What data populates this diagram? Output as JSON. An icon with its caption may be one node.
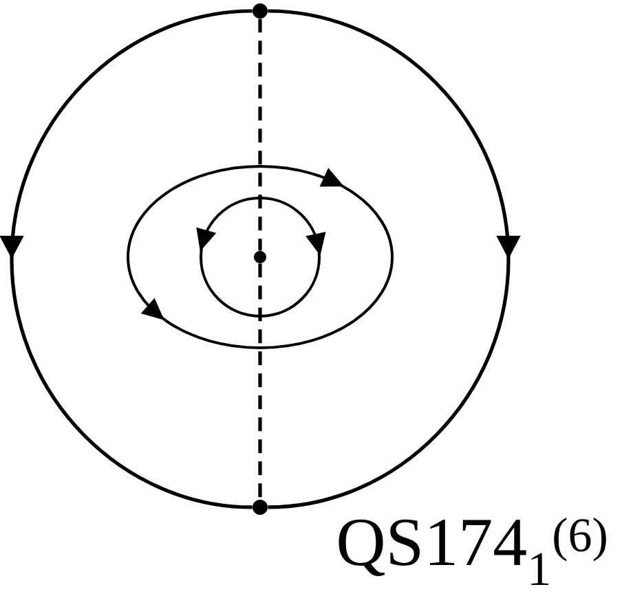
{
  "diagram": {
    "nodes": [
      {
        "text": [],
        "shape": "circle"
      },
      {
        "text": [],
        "shape": "circle"
      },
      {
        "text": [],
        "shape": "circle"
      }
    ],
    "edges": [
      {
        "from": 0,
        "to": 2,
        "arrow": "to"
      },
      {
        "from": 0,
        "to": 2,
        "arrow": "to"
      },
      {
        "from": 0,
        "to": 1,
        "arrow": "none",
        "style": "dashed"
      },
      {
        "from": 1,
        "to": 2,
        "arrow": "none",
        "style": "dashed"
      }
    ],
    "labels": [
      "QS174$_{1}$$^{(6)}$"
    ]
  }
}
